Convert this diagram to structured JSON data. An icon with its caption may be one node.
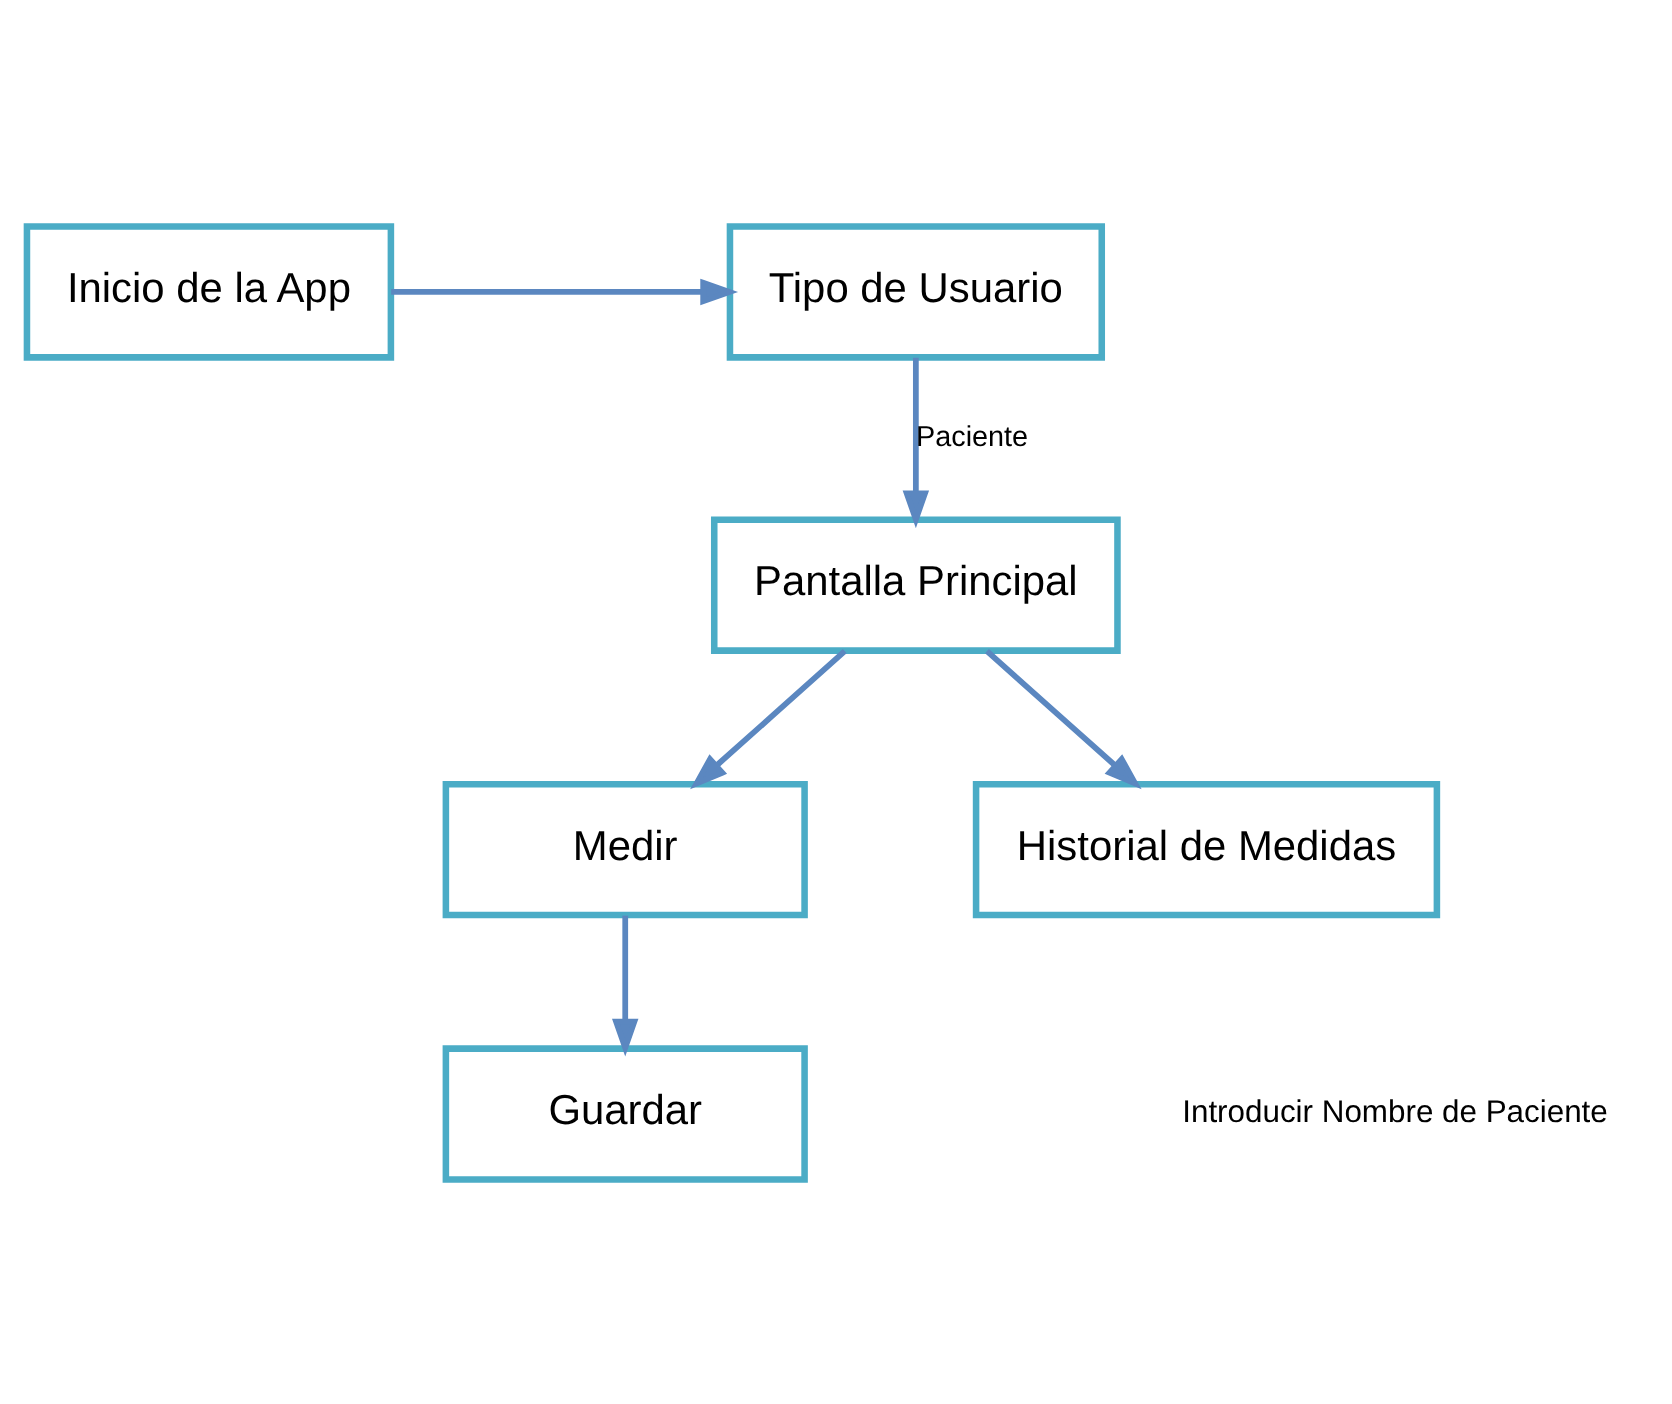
{
  "diagram": {
    "nodes": [
      {
        "text": [
          "Inicio de la App"
        ]
      },
      {
        "text": [
          "Tipo de Usuario"
        ]
      },
      {
        "text": [
          "Pantalla Principal"
        ]
      },
      {
        "text": [
          "Medir"
        ]
      },
      {
        "text": [
          "Historial de Medidas"
        ]
      },
      {
        "text": [
          "Guardar"
        ]
      }
    ],
    "edges": [
      {
        "from": 0,
        "to": 1,
        "arrow": "to"
      },
      {
        "from": 1,
        "to": 2,
        "arrow": "to",
        "label": "Paciente"
      },
      {
        "from": 2,
        "to": 3,
        "arrow": "to"
      },
      {
        "from": 2,
        "to": 4,
        "arrow": "to"
      },
      {
        "from": 3,
        "to": 5,
        "arrow": "to"
      }
    ],
    "labels": [
      "Introducir Nombre de Paciente"
    ]
  }
}
